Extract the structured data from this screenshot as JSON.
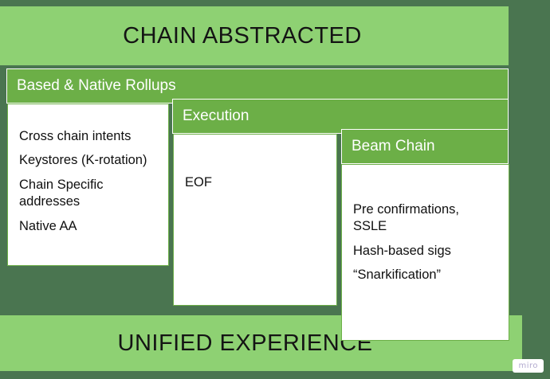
{
  "banner": {
    "top": "CHAIN ABSTRACTED",
    "bottom": "UNIFIED EXPERIENCE"
  },
  "colors": {
    "background": "#4a7550",
    "banner_green": "#8ed173",
    "arrow_green": "#6caf47",
    "panel_white": "#ffffff",
    "text_dark": "#101010",
    "text_light": "#ffffff"
  },
  "arrows": [
    {
      "title": "Based & Native Rollups",
      "items": [
        "Cross chain intents",
        "Keystores (K-rotation)",
        "Chain Specific addresses",
        "Native AA"
      ]
    },
    {
      "title": "Execution",
      "items": [
        "EOF"
      ]
    },
    {
      "title": "Beam Chain",
      "items": [
        "Pre confirmations, SSLE",
        "Hash-based sigs",
        "“Snarkification”"
      ]
    }
  ],
  "watermark": {
    "label": "miro"
  }
}
